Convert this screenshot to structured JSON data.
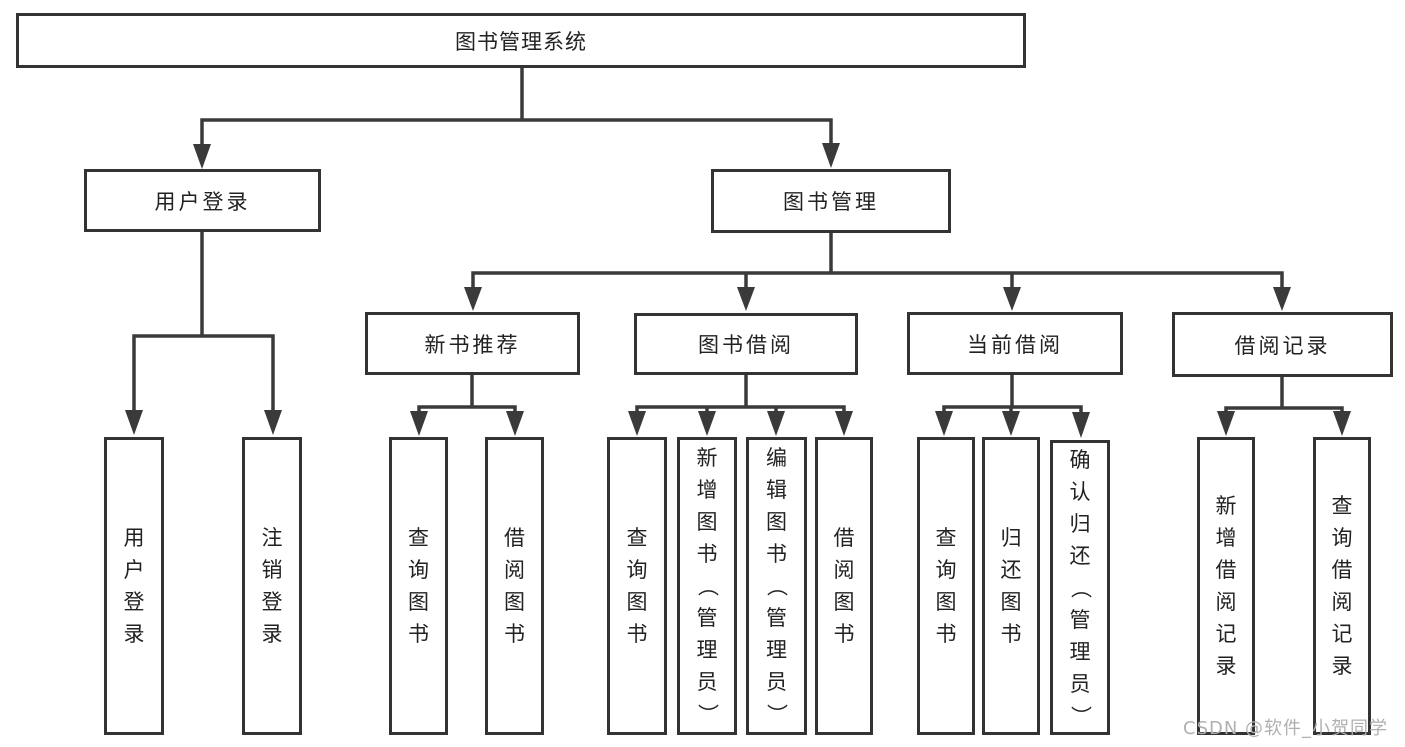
{
  "tree": {
    "label": "图书管理系统",
    "children": [
      {
        "label": "用户登录",
        "children": [
          {
            "label": "用户登录"
          },
          {
            "label": "注销登录"
          }
        ]
      },
      {
        "label": "图书管理",
        "children": [
          {
            "label": "新书推荐",
            "children": [
              {
                "label": "查询图书"
              },
              {
                "label": "借阅图书"
              }
            ]
          },
          {
            "label": "图书借阅",
            "children": [
              {
                "label": "查询图书"
              },
              {
                "label": "新增图书（管理员）"
              },
              {
                "label": "编辑图书（管理员）"
              },
              {
                "label": "借阅图书"
              }
            ]
          },
          {
            "label": "当前借阅",
            "children": [
              {
                "label": "查询图书"
              },
              {
                "label": "归还图书"
              },
              {
                "label": "确认归还（管理员）"
              }
            ]
          },
          {
            "label": "借阅记录",
            "children": [
              {
                "label": "新增借阅记录"
              },
              {
                "label": "查询借阅记录"
              }
            ]
          }
        ]
      }
    ]
  },
  "watermark": {
    "text": "CSDN @软件_小贺同学"
  },
  "colors": {
    "line": "#3a3a3a",
    "box_border": "#333333",
    "text": "#222222",
    "watermark": "#b0b0b0",
    "background": "#ffffff"
  }
}
